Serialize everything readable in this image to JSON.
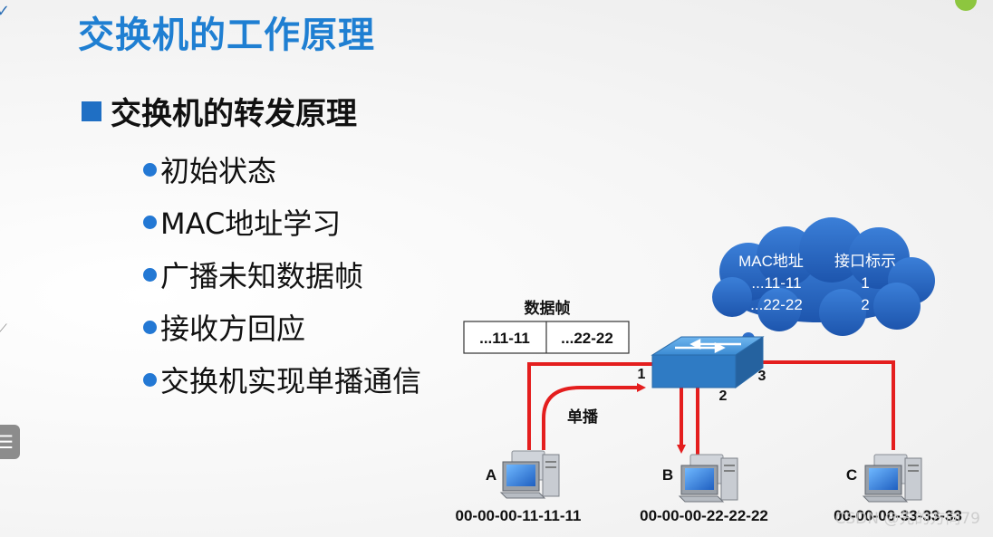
{
  "slide": {
    "title": "交换机的工作原理",
    "subtitle": "交换机的转发原理",
    "bullets": [
      "初始状态",
      "MAC地址学习",
      "广播未知数据帧",
      "接收方回应",
      "交换机实现单播通信"
    ]
  },
  "diagram": {
    "frame": {
      "label": "数据帧",
      "fields": [
        "...11-11",
        "...22-22"
      ]
    },
    "mac_table": {
      "headers": [
        "MAC地址",
        "接口标示"
      ],
      "rows": [
        [
          "...11-11",
          "1"
        ],
        [
          "...22-22",
          "2"
        ]
      ]
    },
    "ports": [
      "1",
      "2",
      "3"
    ],
    "unicast_label": "单播",
    "hosts": [
      {
        "name": "A",
        "mac": "00-00-00-11-11-11"
      },
      {
        "name": "B",
        "mac": "00-00-00-22-22-22"
      },
      {
        "name": "C",
        "mac": "00-00-00-33-33-33"
      }
    ],
    "colors": {
      "link": "#e41e1e",
      "cloud": "#2f6fc9",
      "switch": "#3d8fd6"
    }
  },
  "watermark": "CSDN @先的方向79"
}
